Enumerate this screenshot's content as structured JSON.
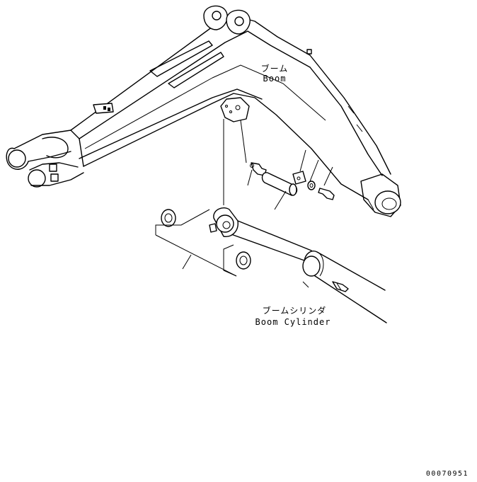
{
  "labels": {
    "boom_jp": "ブーム",
    "boom_en": "Boom",
    "cylinder_jp": "ブームシリンダ",
    "cylinder_en": "Boom Cylinder"
  },
  "figure_number": "00070951",
  "colors": {
    "line": "#000000",
    "background": "#ffffff"
  }
}
